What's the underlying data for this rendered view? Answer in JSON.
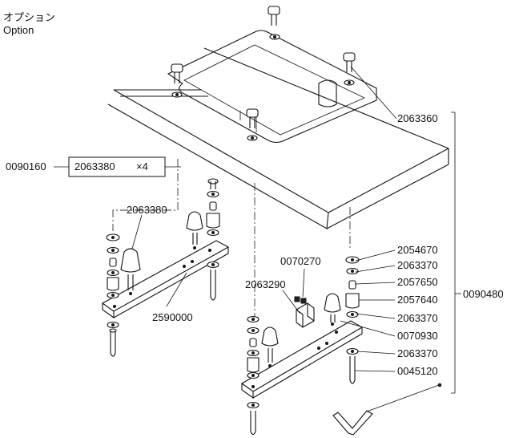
{
  "header": {
    "title_ja": "オプション",
    "title_en": "Option"
  },
  "labels": {
    "l_0090160": "0090160",
    "l_2063380_box": "2063380",
    "l_times4": "×4",
    "l_2063360": "2063360",
    "l_2063380": "2063380",
    "l_2590000": "2590000",
    "l_0070270": "0070270",
    "l_2063290": "2063290",
    "l_2054670": "2054670",
    "l_2063370_a": "2063370",
    "l_2057650": "2057650",
    "l_2057640": "2057640",
    "l_2063370_b": "2063370",
    "l_0070930": "0070930",
    "l_2063370_c": "2063370",
    "l_0045120": "0045120",
    "l_0090480": "0090480"
  }
}
